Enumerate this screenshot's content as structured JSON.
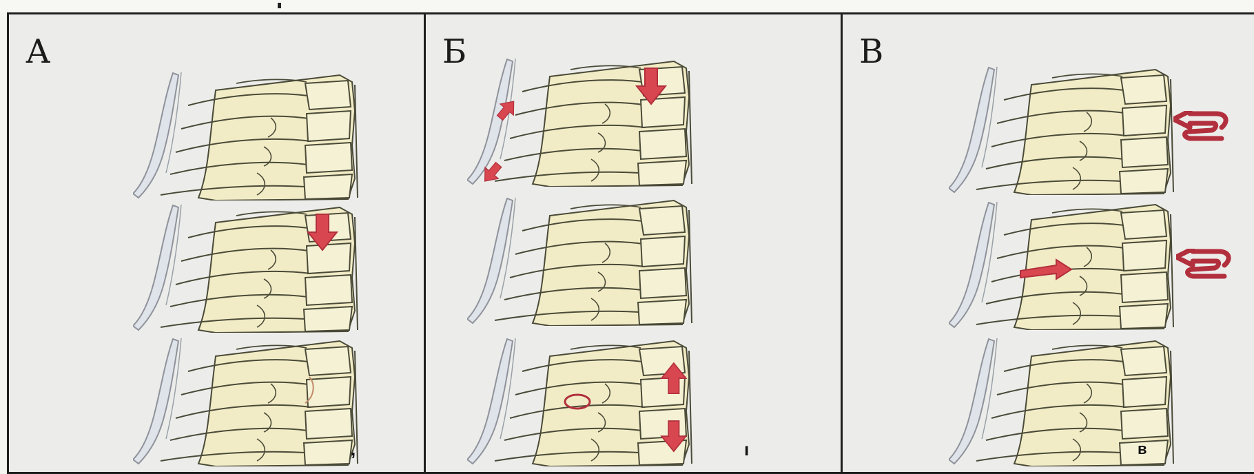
{
  "panels": [
    {
      "label": "А",
      "corner_mark": ","
    },
    {
      "label": "Б",
      "corner_mark": "ı"
    },
    {
      "label": "В",
      "corner_mark": "в"
    }
  ],
  "colors": {
    "bone_fill": "#f1ecc6",
    "bone_stroke": "#4a4a38",
    "soft_tissue": "#dfe3ea",
    "arrow": "#d8474f",
    "arrow_dark": "#b22f3d"
  }
}
